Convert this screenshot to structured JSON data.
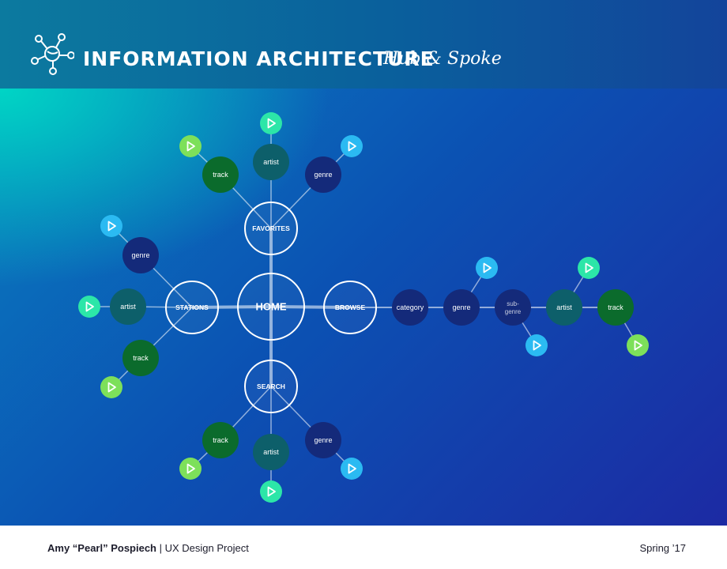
{
  "header": {
    "title": "INFORMATION ARCHITECTURE",
    "subtitle": "Hub & Spoke",
    "logo_icon": "network-hub-icon"
  },
  "diagram": {
    "hub": "HOME",
    "spokes": {
      "favorites": "FAVORITES",
      "stations": "STATIONS",
      "browse": "BROWSE",
      "search": "SEARCH"
    },
    "favorites_children": [
      "track",
      "artist",
      "genre"
    ],
    "stations_children": [
      "genre",
      "artist",
      "track"
    ],
    "search_children": [
      "track",
      "artist",
      "genre"
    ],
    "browse_chain": [
      "category",
      "genre",
      "sub-genre",
      "artist",
      "track"
    ],
    "play_icon": "play-icon",
    "colors": {
      "track": "#0b6b2c",
      "artist": "#0d5f6a",
      "genre": "#142a7a",
      "category": "#142a7a",
      "play_green": "#7de05a",
      "play_teal": "#2ce6a8",
      "play_blue": "#2bbaf2",
      "hub_stroke": "#ffffff"
    }
  },
  "footer": {
    "author": "Amy “Pearl” Pospiech",
    "project": " | UX Design Project",
    "term": "Spring ’17"
  }
}
